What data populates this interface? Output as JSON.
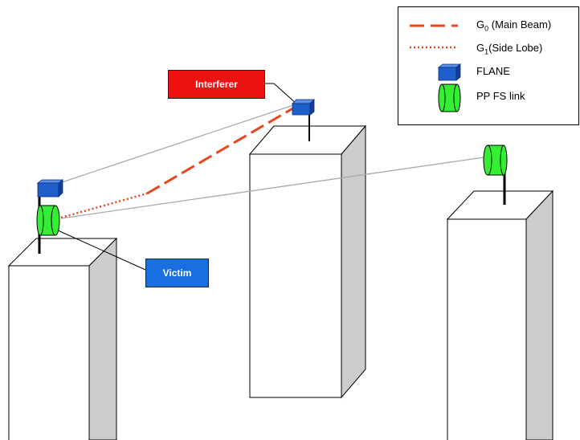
{
  "legend": {
    "main_beam": {
      "symbol": "G",
      "subscript": "0",
      "label": " (Main Beam)"
    },
    "side_lobe": {
      "symbol": "G",
      "subscript": "1",
      "label": "(Side Lobe)"
    },
    "flane": "FLANE",
    "pp_fs_link": "PP FS link"
  },
  "tags": {
    "interferer": "Interferer",
    "victim": "Victim"
  },
  "colors": {
    "main_beam": "#e8461e",
    "flane_blue": "#1f5fcc",
    "fs_green": "#33ee33",
    "interferer_bg": "#ee1111",
    "victim_bg": "#1a6fe0",
    "building_side": "#cccccc"
  },
  "icons": {
    "flane": "blue-cube-antenna-icon",
    "pp_fs_link": "green-cylinder-dish-icon"
  }
}
